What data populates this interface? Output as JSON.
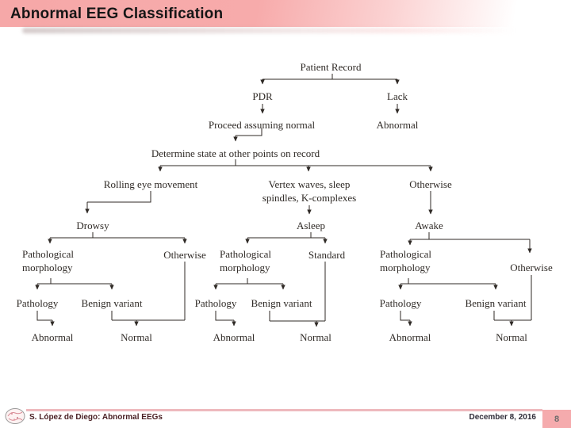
{
  "slide": {
    "title": "Abnormal EEG Classification",
    "footer": {
      "credit": "S. López de Diego: Abnormal EEGs",
      "date": "December 8, 2016",
      "page": "8"
    }
  },
  "colors": {
    "header_pink": "#f6a8a8",
    "footer_line_pink": "#eeb9bd",
    "page_box_pink": "#f5abad",
    "credit_text": "#4a2024",
    "diagram_ink": "#2f2a26"
  },
  "flowchart": {
    "nodes": {
      "patient_record": "Patient Record",
      "pdr": "PDR",
      "lack": "Lack",
      "proceed_assuming_normal": "Proceed assuming normal",
      "determine_state": "Determine state at other points on record",
      "rolling_eye_movement": "Rolling eye movement",
      "vertex_waves": "Vertex waves, sleep\nspindles, K-complexes",
      "otherwise": "Otherwise",
      "drowsy": "Drowsy",
      "asleep": "Asleep",
      "awake": "Awake",
      "pathological_morphology": "Pathological\nmorphology",
      "standard": "Standard",
      "pathology": "Pathology",
      "benign_variant": "Benign variant",
      "abnormal": "Abnormal",
      "normal": "Normal"
    },
    "edges": [
      [
        "Patient Record",
        "PDR"
      ],
      [
        "Patient Record",
        "Lack"
      ],
      [
        "PDR",
        "Proceed assuming normal"
      ],
      [
        "Lack",
        "Abnormal"
      ],
      [
        "Proceed assuming normal",
        "Determine state at other points on record"
      ],
      [
        "Determine state at other points on record",
        "Rolling eye movement"
      ],
      [
        "Determine state at other points on record",
        "Vertex waves, sleep spindles, K-complexes"
      ],
      [
        "Determine state at other points on record",
        "Otherwise"
      ],
      [
        "Rolling eye movement",
        "Drowsy"
      ],
      [
        "Vertex waves, sleep spindles, K-complexes",
        "Asleep"
      ],
      [
        "Otherwise",
        "Awake"
      ],
      [
        "Drowsy",
        "Pathological morphology"
      ],
      [
        "Drowsy",
        "Otherwise"
      ],
      [
        "Asleep",
        "Pathological morphology"
      ],
      [
        "Asleep",
        "Standard"
      ],
      [
        "Awake",
        "Pathological morphology"
      ],
      [
        "Awake",
        "Otherwise"
      ],
      [
        "Pathological morphology",
        "Pathology"
      ],
      [
        "Pathological morphology",
        "Benign variant"
      ],
      [
        "Pathology",
        "Abnormal"
      ],
      [
        "Benign variant",
        "Normal"
      ],
      [
        "Otherwise (drowsy)",
        "Normal"
      ],
      [
        "Standard",
        "Normal"
      ],
      [
        "Otherwise (awake)",
        "Normal"
      ]
    ]
  }
}
